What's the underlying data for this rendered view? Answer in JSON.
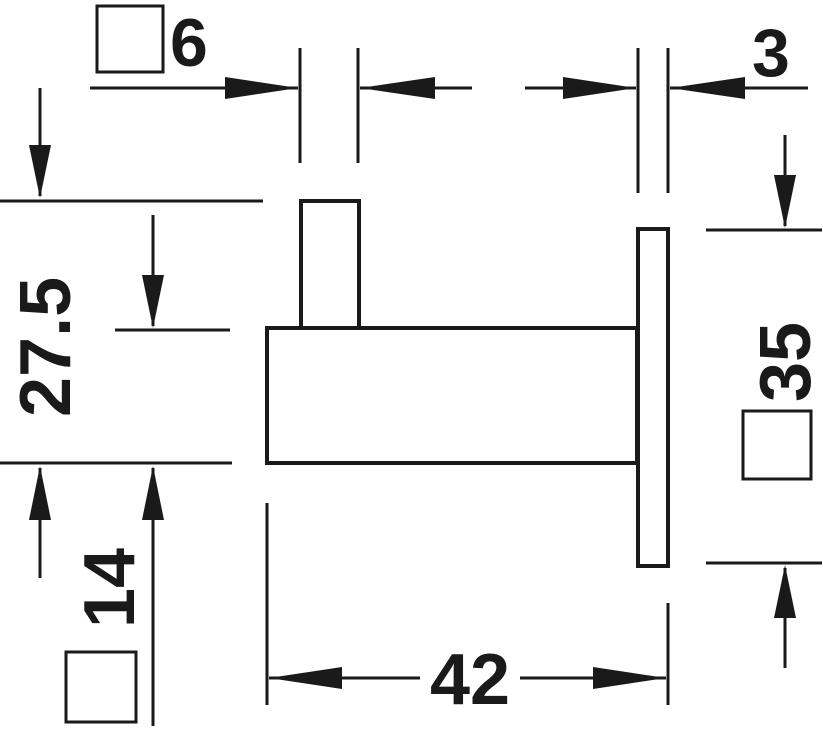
{
  "drawing": {
    "post_width": "6",
    "plate_thickness": "3",
    "total_height": "27.5",
    "bar_size": "14",
    "projection": "42",
    "plate_size": "35",
    "square_symbol": "square-section"
  }
}
